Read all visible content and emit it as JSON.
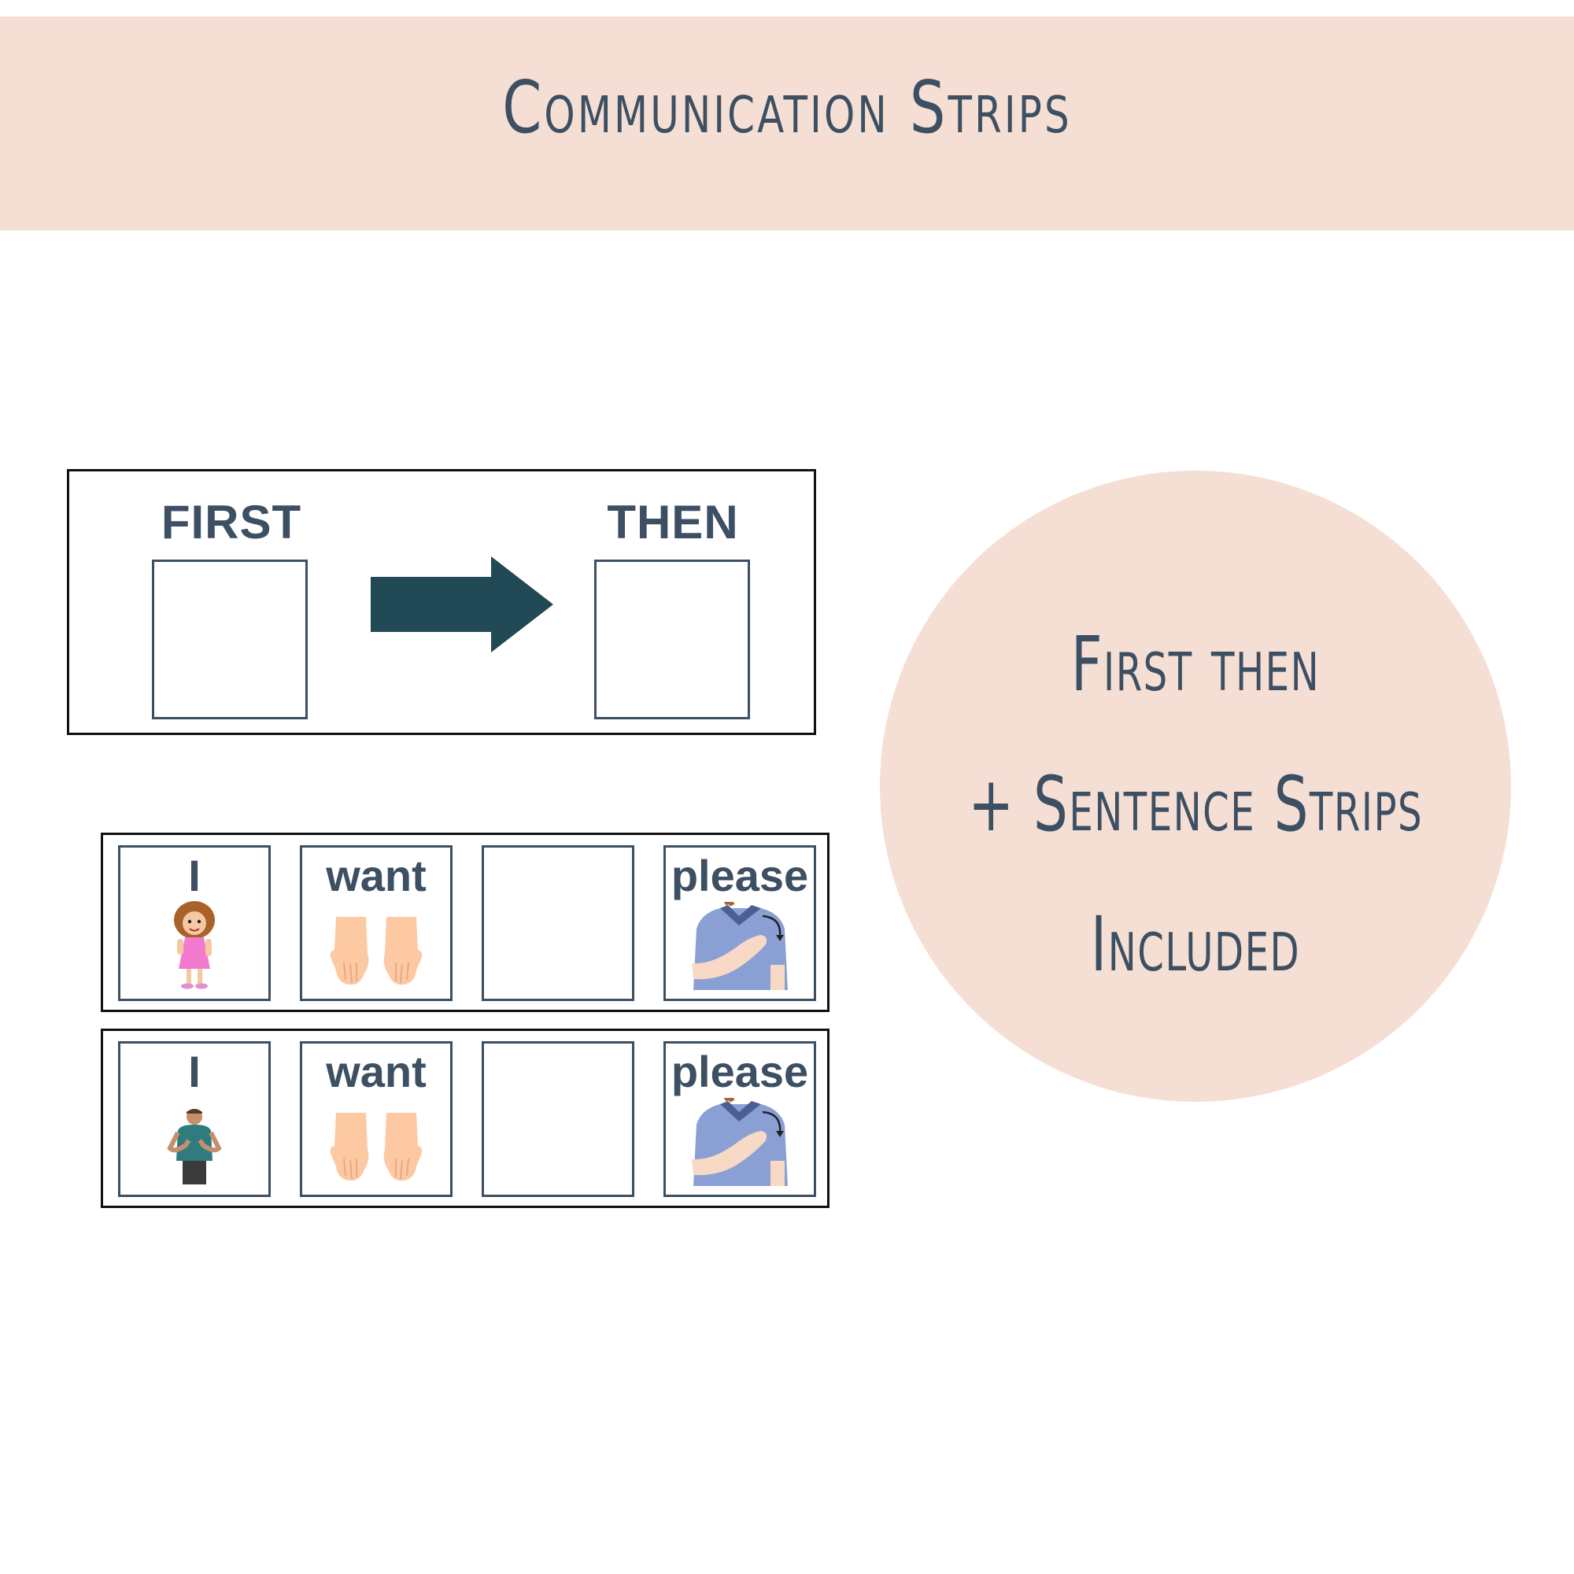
{
  "banner": {
    "title": "Communication Strips"
  },
  "first_then": {
    "first_label": "FIRST",
    "then_label": "THEN"
  },
  "strips": [
    {
      "words": [
        "I",
        "want",
        "",
        "please"
      ],
      "subject_icon": "girl-pointing-icon"
    },
    {
      "words": [
        "I",
        "want",
        "",
        "please"
      ],
      "subject_icon": "man-signing-icon"
    }
  ],
  "circle": {
    "line1": "First then",
    "line2": "+ Sentence Strips",
    "line3": "Included"
  },
  "colors": {
    "banner_bg": "#f5dfd4",
    "text": "#3d4f63",
    "arrow": "#214a56"
  }
}
